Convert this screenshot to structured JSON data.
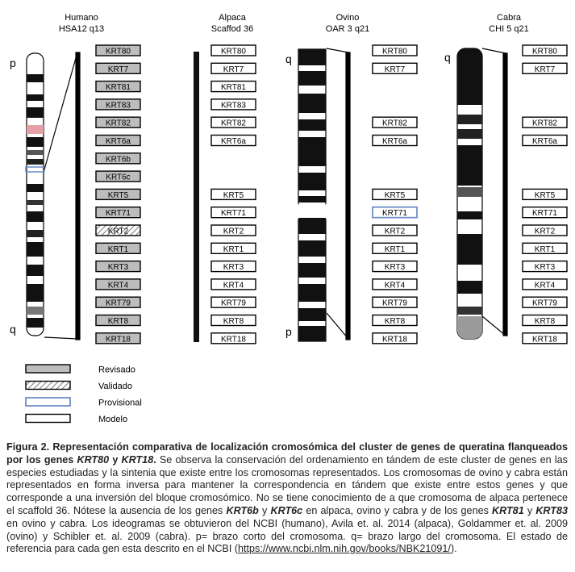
{
  "species": [
    {
      "name": "Humano",
      "chrom": "HSA12 q13",
      "arm_top": "p",
      "arm_bottom": "q"
    },
    {
      "name": "Alpaca",
      "chrom": "Scaffod 36",
      "arm_top": "",
      "arm_bottom": ""
    },
    {
      "name": "Ovino",
      "chrom": "OAR 3 q21",
      "arm_top": "q",
      "arm_bottom": "p"
    },
    {
      "name": "Cabra",
      "chrom": "CHI 5 q21",
      "arm_top": "q",
      "arm_bottom": ""
    }
  ],
  "gene_order": [
    "KRT80",
    "KRT7",
    "KRT81",
    "KRT83",
    "KRT82",
    "KRT6a",
    "KRT6b",
    "KRT6c",
    "KRT5",
    "KRT71",
    "KRT2",
    "KRT1",
    "KRT3",
    "KRT4",
    "KRT79",
    "KRT8",
    "KRT18"
  ],
  "genes": {
    "human": [
      {
        "label": "KRT80",
        "status": "revisado"
      },
      {
        "label": "KRT7",
        "status": "revisado"
      },
      {
        "label": "KRT81",
        "status": "revisado"
      },
      {
        "label": "KRT83",
        "status": "revisado"
      },
      {
        "label": "KRT82",
        "status": "revisado"
      },
      {
        "label": "KRT6a",
        "status": "revisado"
      },
      {
        "label": "KRT6b",
        "status": "revisado"
      },
      {
        "label": "KRT6c",
        "status": "revisado"
      },
      {
        "label": "KRT5",
        "status": "revisado"
      },
      {
        "label": "KRT71",
        "status": "revisado"
      },
      {
        "label": "KRT2",
        "status": "validado"
      },
      {
        "label": "KRT1",
        "status": "revisado"
      },
      {
        "label": "KRT3",
        "status": "revisado"
      },
      {
        "label": "KRT4",
        "status": "revisado"
      },
      {
        "label": "KRT79",
        "status": "revisado"
      },
      {
        "label": "KRT8",
        "status": "revisado"
      },
      {
        "label": "KRT18",
        "status": "revisado"
      }
    ],
    "alpaca": [
      {
        "label": "KRT80",
        "status": "modelo"
      },
      {
        "label": "KRT7",
        "status": "modelo"
      },
      {
        "label": "KRT81",
        "status": "modelo"
      },
      {
        "label": "KRT83",
        "status": "modelo"
      },
      {
        "label": "KRT82",
        "status": "modelo"
      },
      {
        "label": "KRT6a",
        "status": "modelo"
      },
      {
        "label": "KRT5",
        "status": "modelo"
      },
      {
        "label": "KRT71",
        "status": "modelo"
      },
      {
        "label": "KRT2",
        "status": "modelo"
      },
      {
        "label": "KRT1",
        "status": "modelo"
      },
      {
        "label": "KRT3",
        "status": "modelo"
      },
      {
        "label": "KRT4",
        "status": "modelo"
      },
      {
        "label": "KRT79",
        "status": "modelo"
      },
      {
        "label": "KRT8",
        "status": "modelo"
      },
      {
        "label": "KRT18",
        "status": "modelo"
      }
    ],
    "sheep": [
      {
        "label": "KRT80",
        "status": "modelo"
      },
      {
        "label": "KRT7",
        "status": "modelo"
      },
      {
        "label": "KRT82",
        "status": "modelo"
      },
      {
        "label": "KRT6a",
        "status": "modelo"
      },
      {
        "label": "KRT5",
        "status": "modelo"
      },
      {
        "label": "KRT71",
        "status": "provisional"
      },
      {
        "label": "KRT2",
        "status": "modelo"
      },
      {
        "label": "KRT1",
        "status": "modelo"
      },
      {
        "label": "KRT3",
        "status": "modelo"
      },
      {
        "label": "KRT4",
        "status": "modelo"
      },
      {
        "label": "KRT79",
        "status": "modelo"
      },
      {
        "label": "KRT8",
        "status": "modelo"
      },
      {
        "label": "KRT18",
        "status": "modelo"
      }
    ],
    "goat": [
      {
        "label": "KRT80",
        "status": "modelo"
      },
      {
        "label": "KRT7",
        "status": "modelo"
      },
      {
        "label": "KRT82",
        "status": "modelo"
      },
      {
        "label": "KRT6a",
        "status": "modelo"
      },
      {
        "label": "KRT5",
        "status": "modelo"
      },
      {
        "label": "KRT71",
        "status": "modelo"
      },
      {
        "label": "KRT2",
        "status": "modelo"
      },
      {
        "label": "KRT1",
        "status": "modelo"
      },
      {
        "label": "KRT3",
        "status": "modelo"
      },
      {
        "label": "KRT4",
        "status": "modelo"
      },
      {
        "label": "KRT79",
        "status": "modelo"
      },
      {
        "label": "KRT8",
        "status": "modelo"
      },
      {
        "label": "KRT18",
        "status": "modelo"
      }
    ]
  },
  "legend": [
    {
      "status": "revisado",
      "label": "Revisado"
    },
    {
      "status": "validado",
      "label": "Validado"
    },
    {
      "status": "provisional",
      "label": "Provisional"
    },
    {
      "status": "modelo",
      "label": "Modelo"
    }
  ],
  "colors": {
    "revisado": "#bdbdbd",
    "provisional_border": "#6d8fc7",
    "centromere_human": "#e6a0a8",
    "goat_tip": "#9a9a9a"
  },
  "caption": {
    "prefix_bold": "Figura 2. Representación comparativa de localización cromosómica del cluster de genes de queratina flanqueados por los genes ",
    "gene_a": "KRT80",
    "bold_and": " y ",
    "gene_b": "KRT18",
    "bold_end": ".",
    "text1": " Se observa la conservación del ordenamiento en tándem de este cluster de genes en las especies estudiadas y la sintenia que existe entre los cromosomas representados. Los cromosomas de ovino y cabra están representados en forma inversa para mantener la correspondencia en tándem que existe entre estos genes y que corresponde a una inversión del bloque cromosómico. No se tiene conocimiento de a que cromosoma de alpaca pertenece el scaffold 36. Nótese la ausencia de los genes ",
    "gene_c": "KRT6b",
    "and1": " y ",
    "gene_d": "KRT6c",
    "text2": " en alpaca, ovino y cabra y de los genes ",
    "gene_e": "KRT81",
    "and2": " y ",
    "gene_f": "KRT83",
    "text3": " en ovino y cabra.  Los ideogramas se obtuvieron del NCBI (humano), Avila et. al. 2014 (alpaca), Goldammer et. al. 2009 (ovino) y Schibler et. al. 2009 (cabra). p= brazo corto del cromosoma. q= brazo largo del cromosoma. El estado de referencia para cada gen esta descrito en el NCBI (",
    "link": "https://www.ncbi.nlm.nih.gov/books/NBK21091/",
    "text4": ")."
  }
}
